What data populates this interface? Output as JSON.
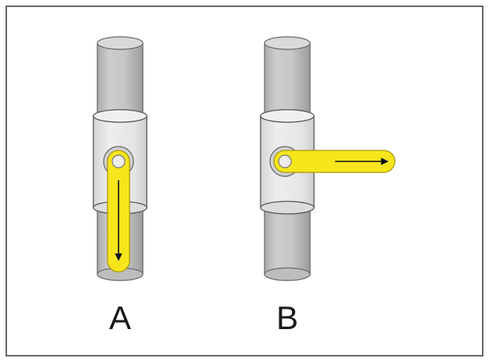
{
  "valves": [
    {
      "id": "a",
      "label": "A",
      "handle": "down"
    },
    {
      "id": "b",
      "label": "B",
      "handle": "right"
    }
  ],
  "colors": {
    "frame": "#333333",
    "pipe": "#c4c4c4",
    "pipe_top": "#d6d6d6",
    "pipe_shadow": "#a8a8a8",
    "body": "#e8e8e8",
    "handle": "#f7e51c",
    "handle_outline": "#a89a10",
    "outline": "#555555",
    "arrow": "#111111"
  }
}
